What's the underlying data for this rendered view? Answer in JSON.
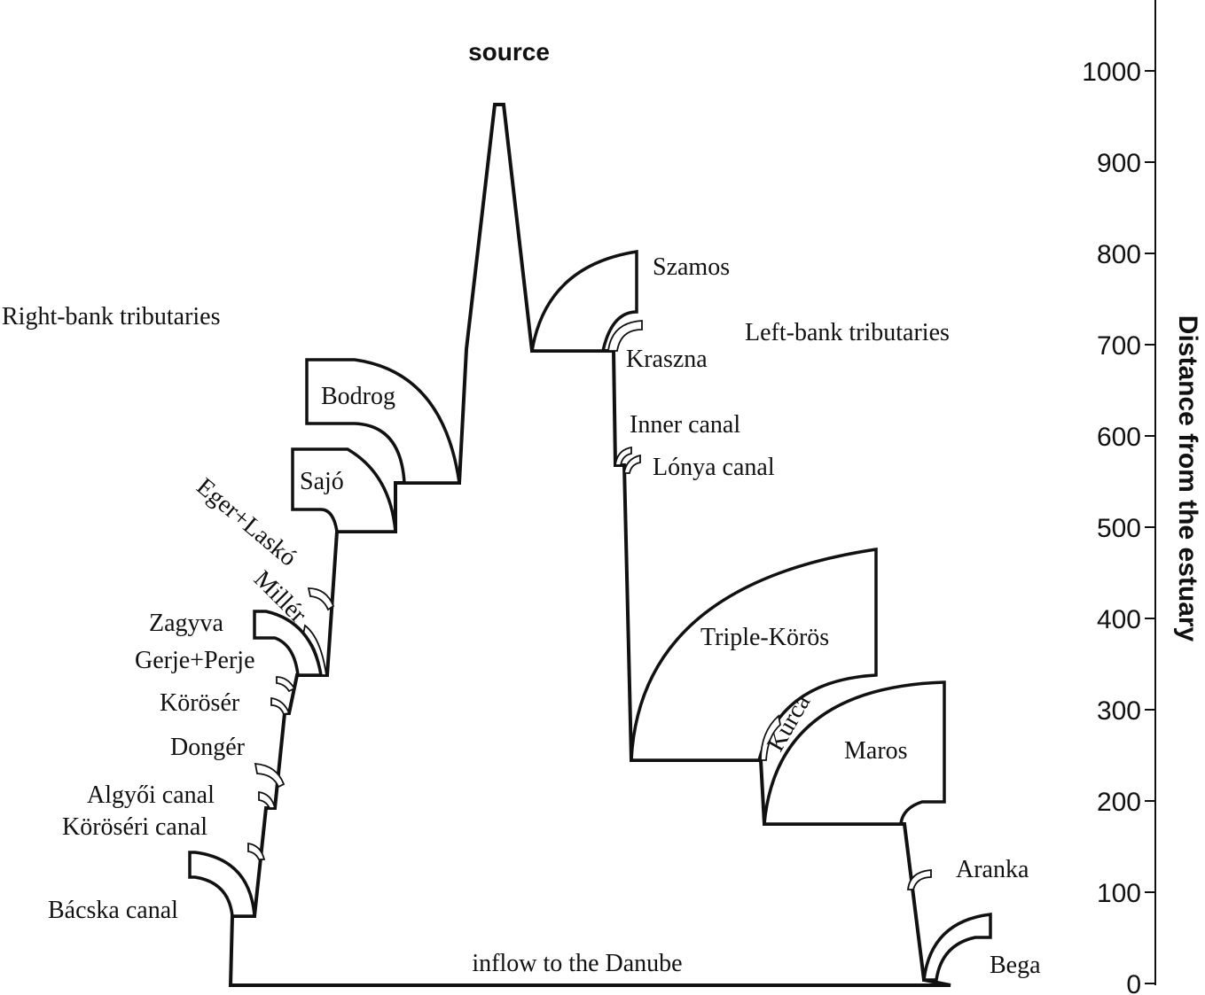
{
  "title": "source",
  "main_channel": {
    "label": "inflow to the Danube"
  },
  "right_bank": {
    "heading": "Right-bank tributaries",
    "items": [
      {
        "label": "Bodrog"
      },
      {
        "label": "Sajó"
      },
      {
        "label": "Eger+Laskó"
      },
      {
        "label": "Millér"
      },
      {
        "label": "Zagyva"
      },
      {
        "label": "Gerje+Perje"
      },
      {
        "label": "Körösér"
      },
      {
        "label": "Dongér"
      },
      {
        "label": "Algyői canal"
      },
      {
        "label": "Köröséri canal"
      },
      {
        "label": "Bácska canal"
      }
    ]
  },
  "left_bank": {
    "heading": "Left-bank tributaries",
    "items": [
      {
        "label": "Szamos"
      },
      {
        "label": "Kraszna"
      },
      {
        "label": "Inner canal"
      },
      {
        "label": "Lónya canal"
      },
      {
        "label": "Triple-Körös"
      },
      {
        "label": "Kurca"
      },
      {
        "label": "Maros"
      },
      {
        "label": "Aranka"
      },
      {
        "label": "Bega"
      }
    ]
  },
  "axis": {
    "label": "Distance from the estuary",
    "ticks": [
      "0",
      "100",
      "200",
      "300",
      "400",
      "500",
      "600",
      "700",
      "800",
      "900",
      "1000"
    ]
  }
}
